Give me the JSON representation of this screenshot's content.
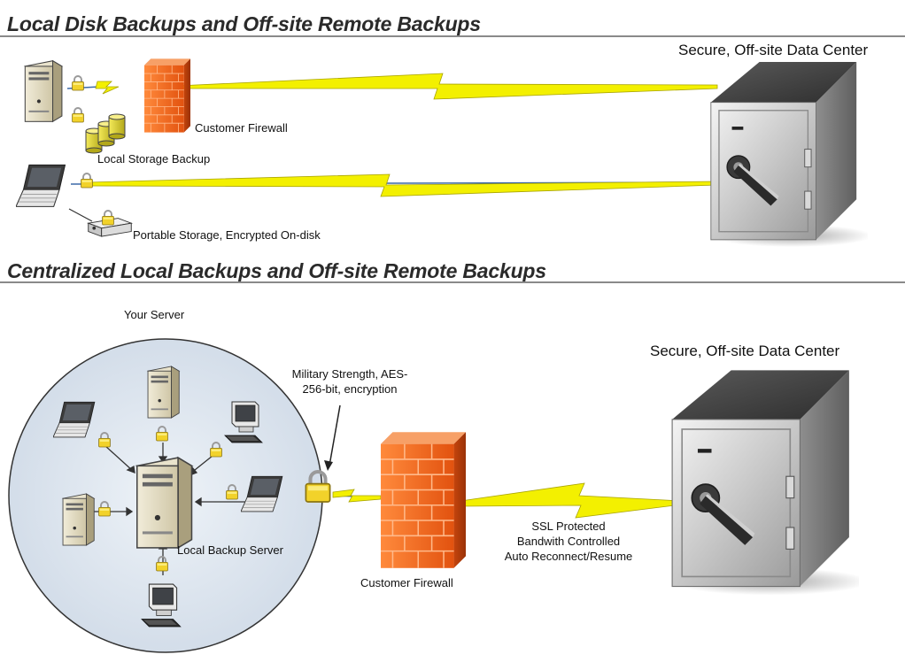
{
  "section1": {
    "title": "Local Disk Backups and Off-site Remote Backups",
    "datacenter_label": "Secure, Off-site Data Center",
    "firewall_label": "Customer Firewall",
    "storage_label": "Local Storage Backup",
    "portable_label": "Portable Storage, Encrypted On-disk"
  },
  "section2": {
    "title": "Centralized Local Backups and Off-site Remote Backups",
    "server_group_label": "Your Server",
    "encryption_label_line1": "Military Strength, AES-",
    "encryption_label_line2": "256-bit, encryption",
    "local_server_label": "Local Backup Server",
    "firewall_label": "Customer Firewall",
    "datacenter_label": "Secure, Off-site Data Center",
    "link_label_line1": "SSL Protected",
    "link_label_line2": "Bandwith Controlled",
    "link_label_line3": "Auto Reconnect/Resume"
  },
  "colors": {
    "lightning": "#f3f000",
    "firewall": "#f06a1e",
    "lock": "#f2d22a",
    "circle_fill": "#dfe8f2",
    "safe": "#b9b9b9"
  },
  "icons": [
    "server-icon",
    "padlock-icon",
    "firewall-icon",
    "database-icon",
    "laptop-icon",
    "portable-drive-icon",
    "workstation-icon",
    "safe-icon",
    "lightning-link-icon"
  ]
}
